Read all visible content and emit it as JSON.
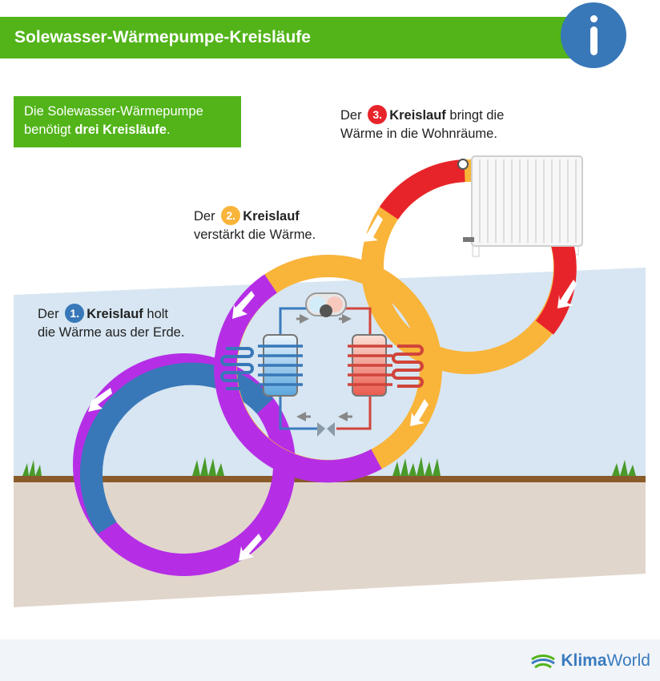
{
  "header": {
    "title": "Solewasser-Wärmepumpe-Kreisläufe",
    "info_icon": "info-icon"
  },
  "intro": {
    "line1": "Die Solewasser-Wärmepumpe",
    "line2_pre": "benötigt ",
    "line2_bold": "drei Kreisläufe",
    "line2_post": "."
  },
  "circuits": [
    {
      "number": "1.",
      "color": "#3878b8",
      "pre": "Der",
      "bold": "Kreislauf",
      "post": "holt",
      "line2": "die Wärme aus der Erde."
    },
    {
      "number": "2.",
      "color": "#f9b43a",
      "pre": "Der",
      "bold": "Kreislauf",
      "post": "",
      "line2": "verstärkt die Wärme."
    },
    {
      "number": "3.",
      "color": "#e8242b",
      "pre": "Der",
      "bold": "Kreislauf",
      "post": "bringt die",
      "line2": "Wärme in die Wohnräume."
    }
  ],
  "colors": {
    "green": "#52b419",
    "blue": "#3878b8",
    "purple": "#b52ee6",
    "orange": "#f9b43a",
    "red": "#e8242b",
    "sky": "#d7e6f2",
    "soil": "#e1d6cc",
    "earth_line": "#8a5a2b"
  },
  "icons": [
    "info-icon",
    "radiator-icon",
    "compressor-icon",
    "expansion-valve-icon",
    "evaporator-icon",
    "condenser-icon",
    "grass-icon",
    "klimaworld-logo-icon"
  ],
  "footer": {
    "logo_part1": "Klima",
    "logo_part2": "World"
  }
}
